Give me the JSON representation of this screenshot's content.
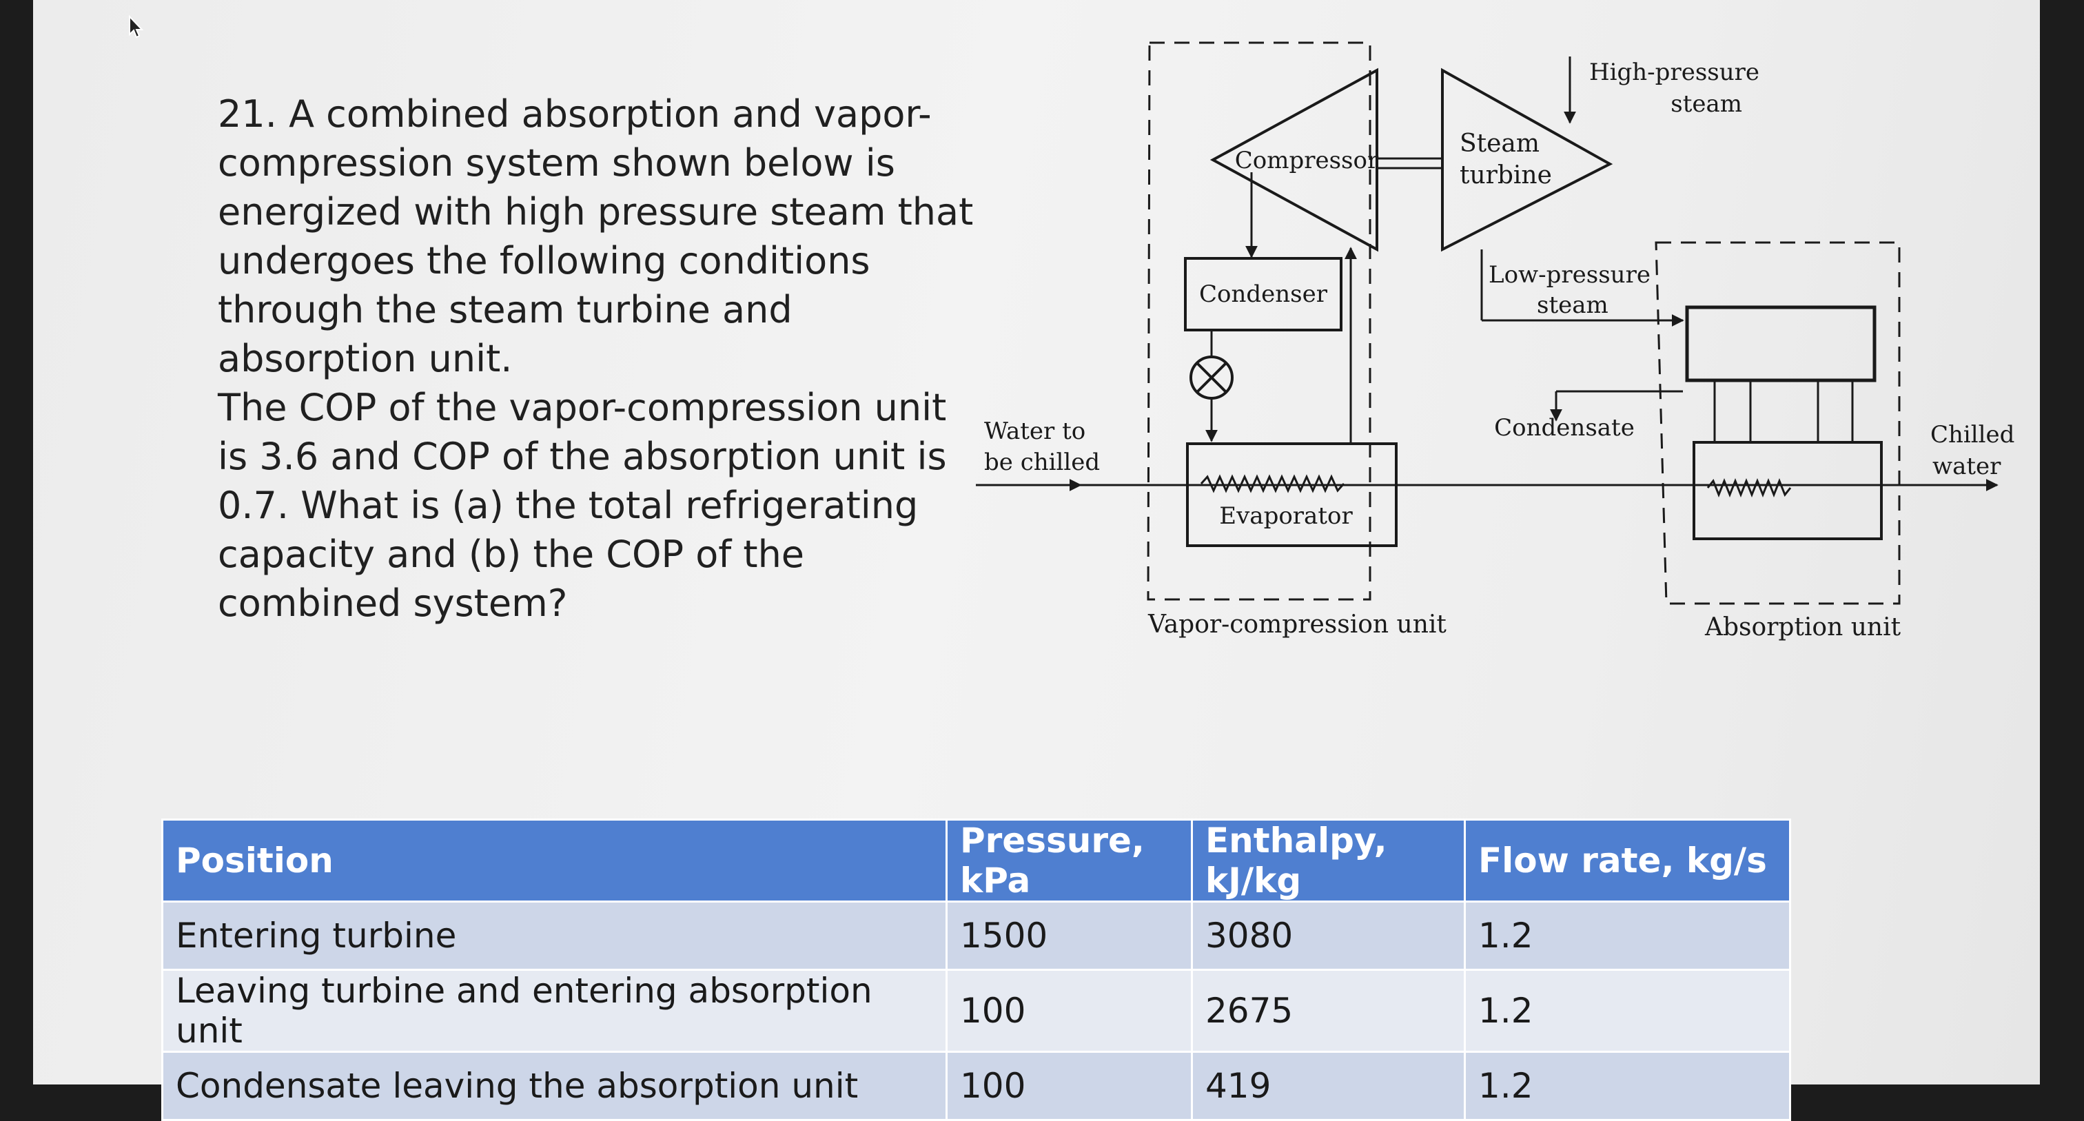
{
  "problem": {
    "number": "21.",
    "text": "A combined absorption and vapor-compression system shown below is energized with high pressure steam that undergoes the following conditions through the steam turbine and absorption unit.",
    "question": "The COP of the vapor-compression unit is 3.6 and COP of the absorption unit is 0.7. What is (a) the total refrigerating capacity and (b) the COP of the combined system?"
  },
  "diagram": {
    "compressor": "Compressor",
    "steam_turbine_line1": "Steam",
    "steam_turbine_line2": "turbine",
    "high_pressure_line1": "High-pressure",
    "high_pressure_line2": "steam",
    "condenser": "Condenser",
    "low_pressure_line1": "Low-pressure",
    "low_pressure_line2": "steam",
    "condensate": "Condensate",
    "water_line1": "Water to",
    "water_line2": "be chilled",
    "evaporator": "Evaporator",
    "chilled_line1": "Chilled",
    "chilled_line2": "water",
    "vapor_unit_label": "Vapor-compression unit",
    "absorption_unit_label": "Absorption unit"
  },
  "table": {
    "headers": [
      "Position",
      "Pressure, kPa",
      "Enthalpy, kJ/kg",
      "Flow rate, kg/s"
    ],
    "rows": [
      [
        "Entering turbine",
        "1500",
        "3080",
        "1.2"
      ],
      [
        "Leaving turbine and entering absorption unit",
        "100",
        "2675",
        "1.2"
      ],
      [
        "Condensate leaving the absorption unit",
        "100",
        "419",
        "1.2"
      ]
    ]
  }
}
